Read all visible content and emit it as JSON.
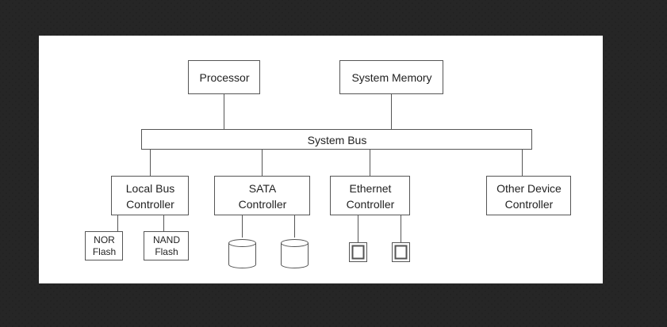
{
  "diagram": {
    "nodes": {
      "processor": "Processor",
      "system_memory": "System Memory",
      "system_bus": "System Bus",
      "local_bus_controller": "Local Bus\nController",
      "sata_controller": "SATA\nController",
      "ethernet_controller": "Ethernet\nController",
      "other_device_controller": "Other Device\nController",
      "nor_flash": "NOR\nFlash",
      "nand_flash": "NAND\nFlash"
    },
    "devices": {
      "sata_disks": [
        "disk-icon",
        "disk-icon"
      ],
      "ethernet_ports": [
        "port-icon",
        "port-icon"
      ]
    },
    "colors": {
      "stroke": "#555555",
      "text": "#222222",
      "panel": "#ffffff",
      "background": "#1d1d1d"
    }
  }
}
